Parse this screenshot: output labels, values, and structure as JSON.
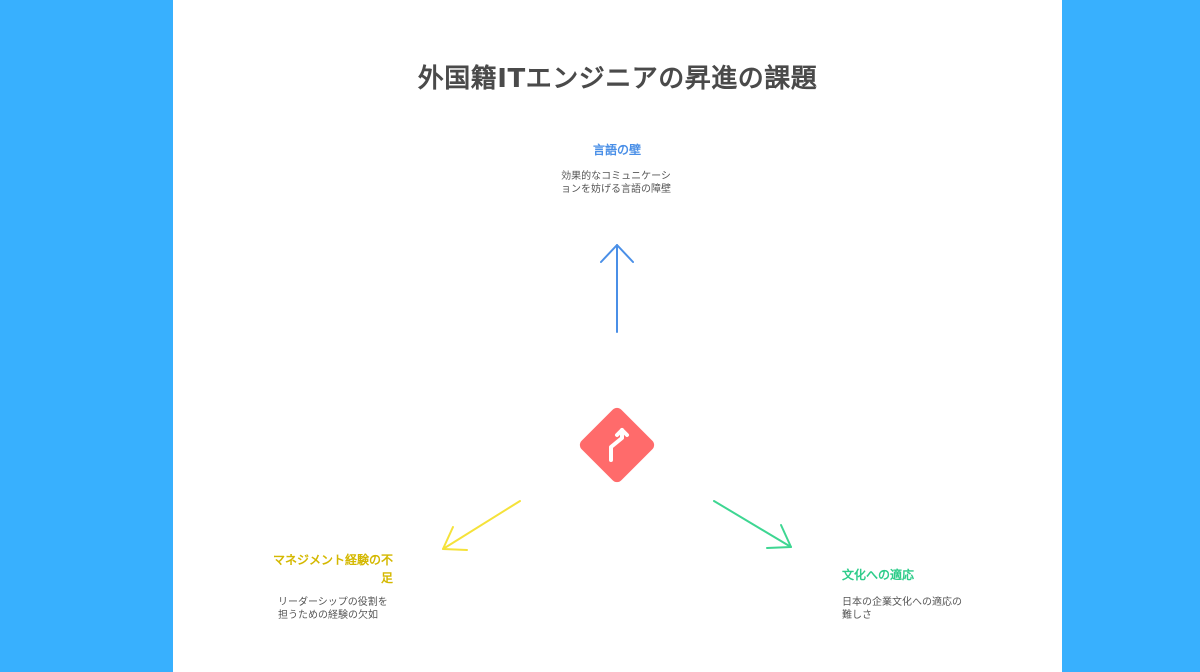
{
  "title": "外国籍ITエンジニアの昇進の課題",
  "colors": {
    "background": "#38b0fe",
    "top": "#4a8fe7",
    "left": "#d4b800",
    "right": "#2ecc8a",
    "center": "#ff6b6b"
  },
  "center": {
    "icon": "route-turn-icon"
  },
  "nodes": {
    "top": {
      "title": "言語の壁",
      "desc": "効果的なコミュニケーションを妨げる言語の障壁"
    },
    "left": {
      "title": "マネジメント経験の不足",
      "desc": "リーダーシップの役割を担うための経験の欠如"
    },
    "right": {
      "title": "文化への適応",
      "desc": "日本の企業文化への適応の難しさ"
    }
  }
}
